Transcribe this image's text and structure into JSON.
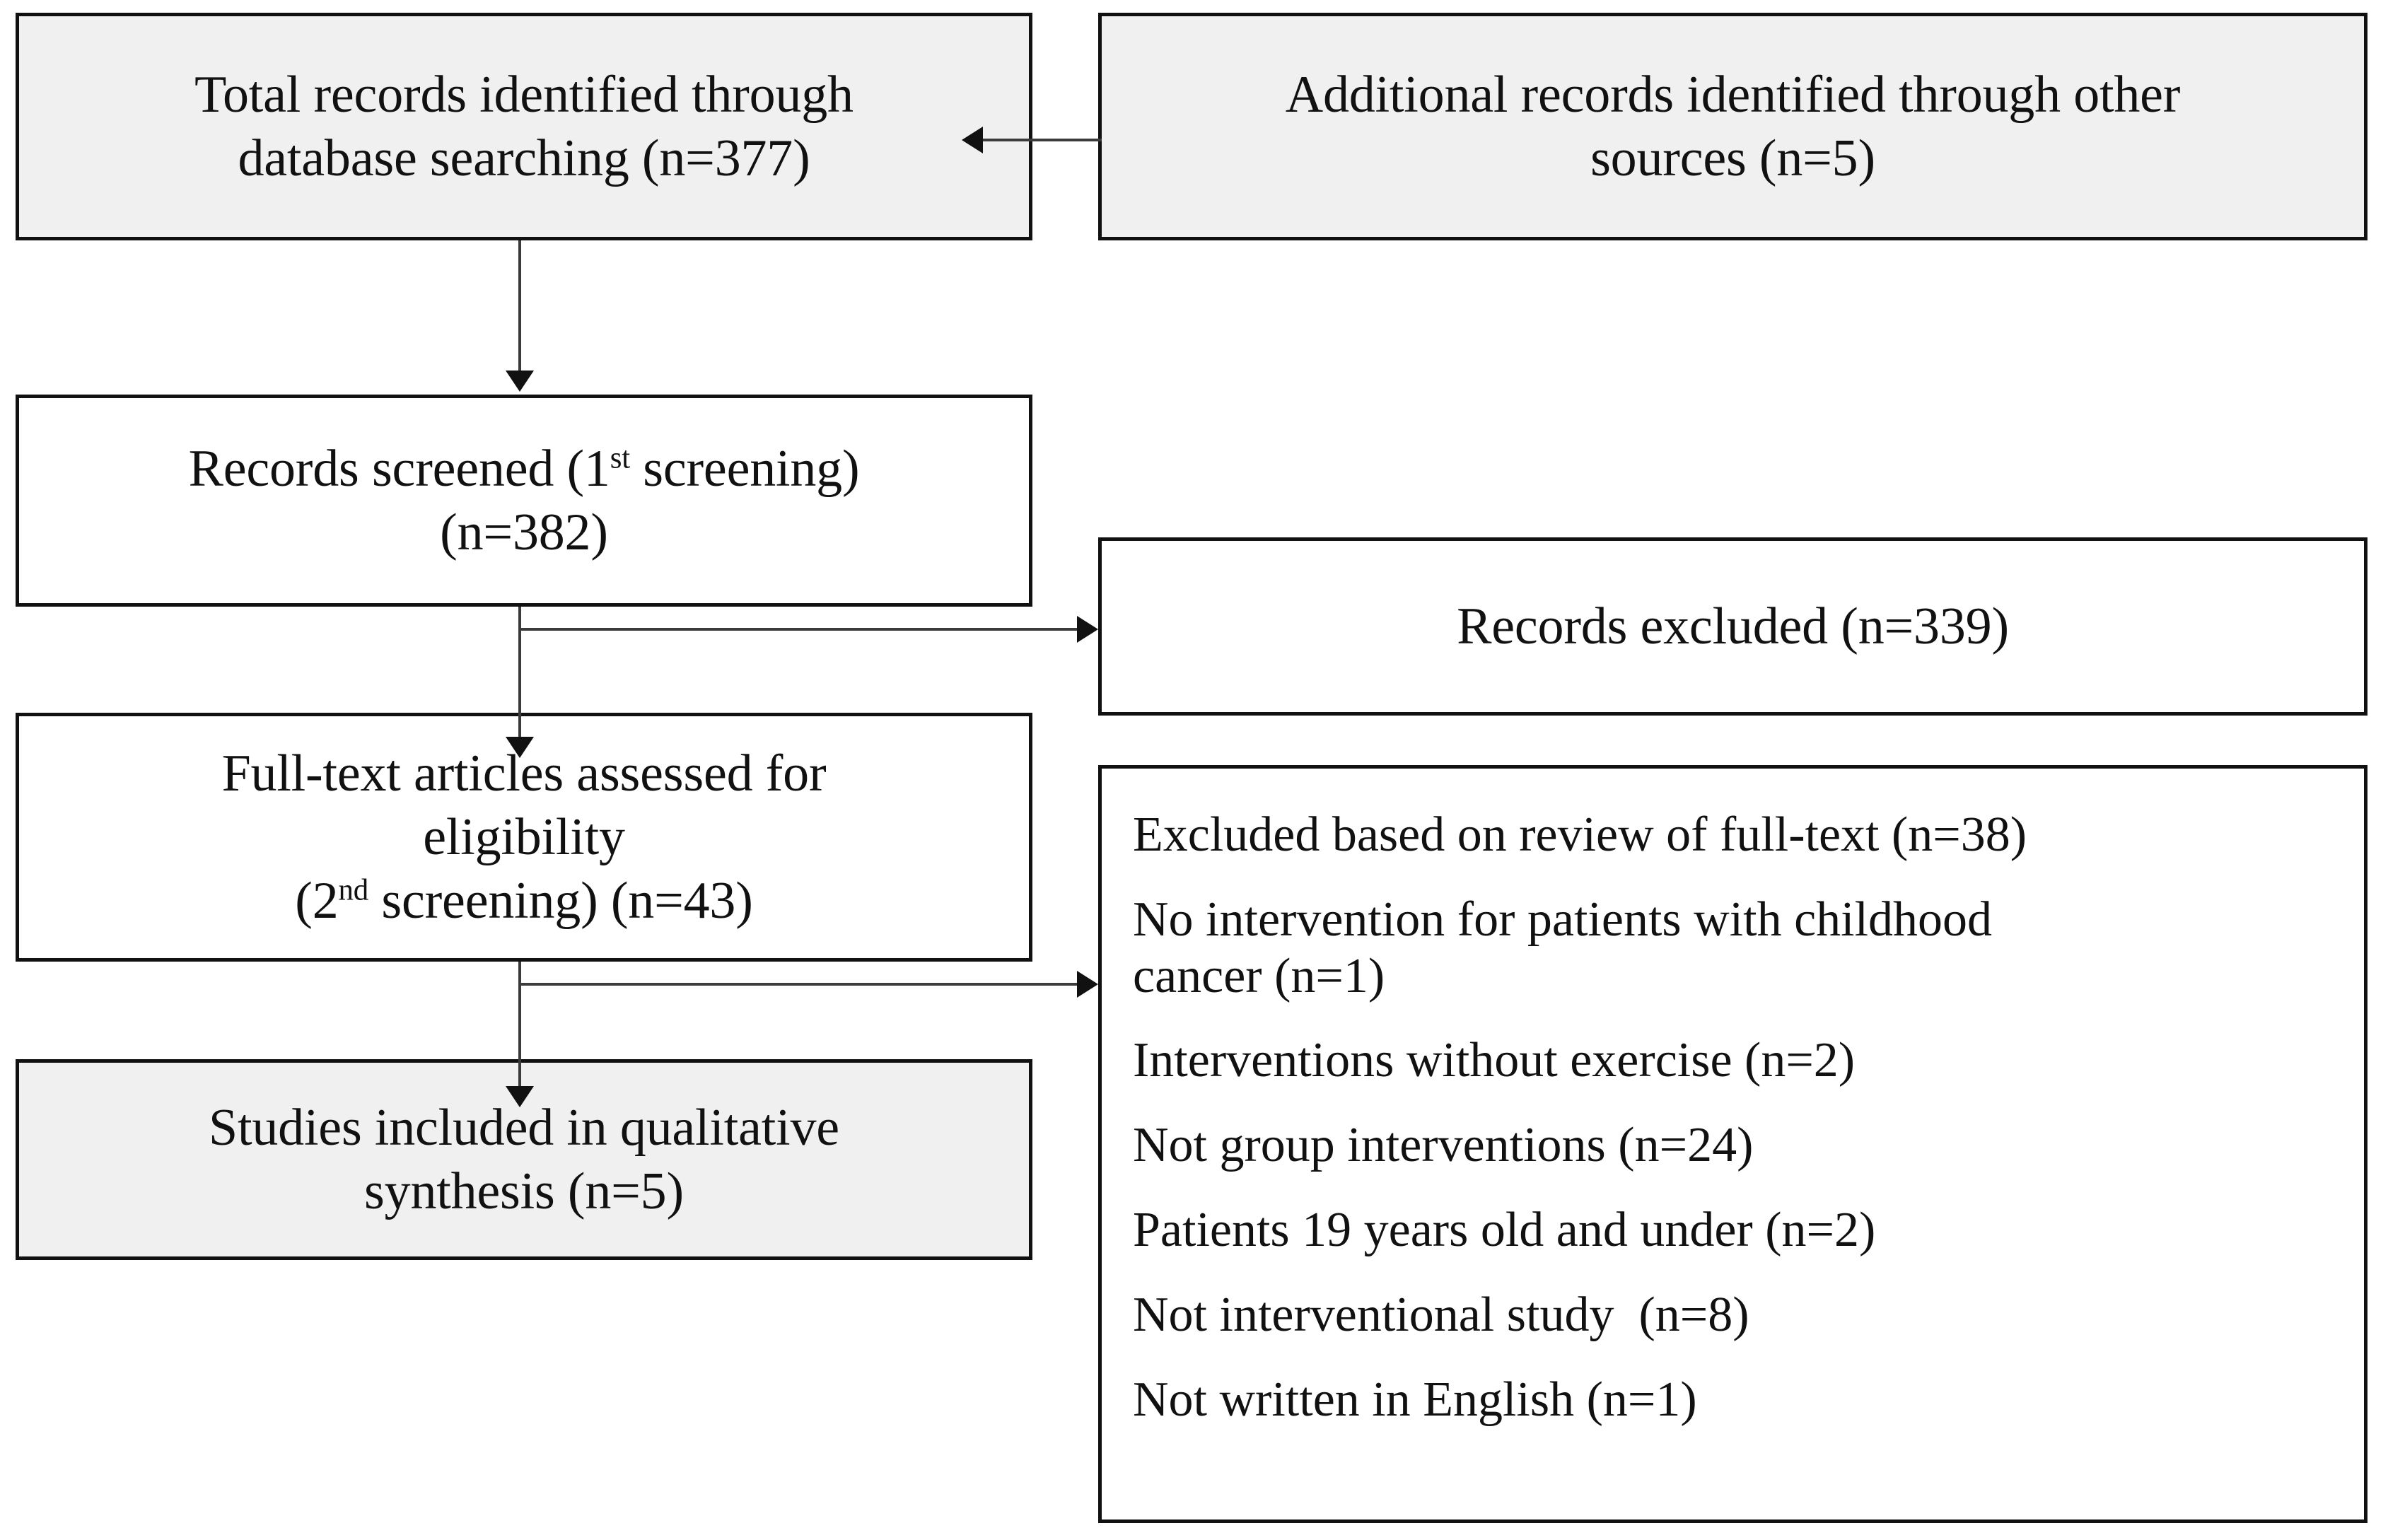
{
  "diagram": {
    "type": "prisma-flow-diagram",
    "colors": {
      "shaded_fill": "#f0f0f0",
      "plain_fill": "#ffffff",
      "border": "#111111",
      "connector": "#3b3b3b"
    },
    "boxes": {
      "identified": {
        "line1": "Total records identified through",
        "line2_pre": "database searching (n=377)",
        "shaded": true
      },
      "additional": {
        "line1": "Additional records identified through other",
        "line2": "sources (n=5)",
        "shaded": true
      },
      "screened": {
        "line1_pre": "Records screened (1",
        "line1_sup": "st",
        "line1_post": " screening)",
        "line2": "(n=382)",
        "shaded": false
      },
      "fulltext": {
        "line1": "Full-text articles assessed for",
        "line2": "eligibility",
        "line3_pre": "(2",
        "line3_sup": "nd",
        "line3_post": " screening)  (n=43)",
        "shaded": false
      },
      "included": {
        "line1": "Studies included in qualitative",
        "line2": "synthesis (n=5)",
        "shaded": true
      },
      "excluded": {
        "label": "Records excluded (n=339)",
        "shaded": false
      },
      "reasons": {
        "shaded": false,
        "items": [
          "Excluded based on review of full-text (n=38)",
          "No intervention for patients with childhood\ncancer (n=1)",
          "Interventions without exercise (n=2)",
          "Not group interventions (n=24)",
          "Patients 19 years old and under (n=2)",
          "Not interventional study  (n=8)",
          "Not written in English (n=1)"
        ]
      }
    },
    "counts": {
      "database_searching": 377,
      "other_sources": 5,
      "screened_first": 382,
      "records_excluded": 339,
      "fulltext_assessed": 43,
      "excluded_fulltext_review": 38,
      "no_intervention_childhood_cancer": 1,
      "interventions_without_exercise": 2,
      "not_group_interventions": 24,
      "patients_19_and_under": 2,
      "not_interventional_study": 8,
      "not_written_in_english": 1,
      "included_qualitative_synthesis": 5
    }
  }
}
